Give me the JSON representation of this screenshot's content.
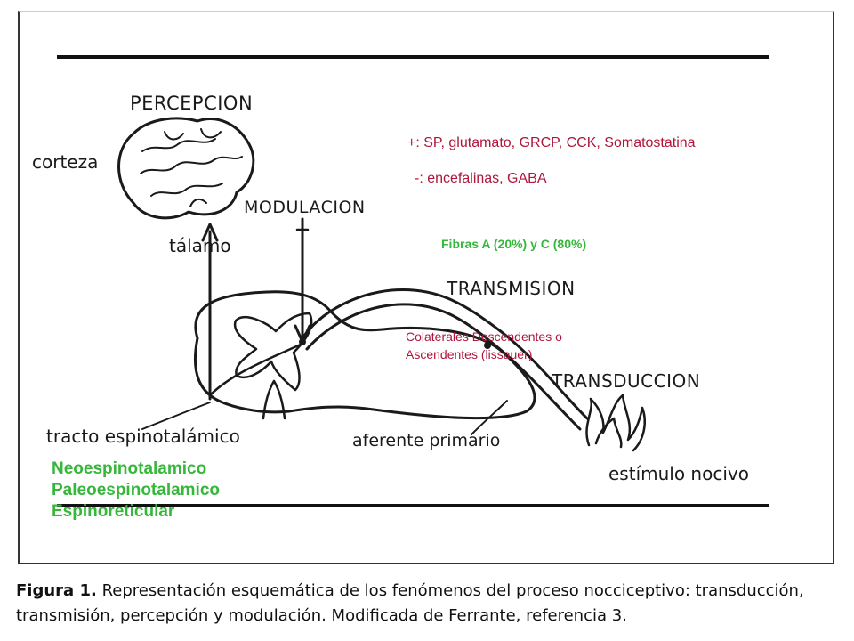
{
  "labels": {
    "percepcion": "PERCEPCION",
    "corteza": "corteza",
    "modulacion": "MODULACION",
    "talamo": "tálamo",
    "transmision": "TRANSMISION",
    "transduccion": "TRANSDUCCION",
    "tracto": "tracto espinotalámico",
    "aferente": "aferente primario",
    "estimulo": "estímulo nocivo"
  },
  "notes": {
    "plus": "+: SP, glutamato, GRCP, CCK, Somatostatina",
    "minus": "-: encefalinas, GABA",
    "fibras": "Fibras A (20%) y C (80%)",
    "colaterales_1": "Colaterales Descendentes o",
    "colaterales_2": "Ascendentes (lissauer)"
  },
  "tracts": [
    "Neoespinotalamico",
    "Paleoespinotalamico",
    "Espinoreticular"
  ],
  "caption": {
    "label": "Figura 1.",
    "text": "Representación esquemática de los fenómenos del proceso nocciceptivo: transducción, transmisión, percepción y modulación. Modificada de Ferrante, referencia 3."
  }
}
